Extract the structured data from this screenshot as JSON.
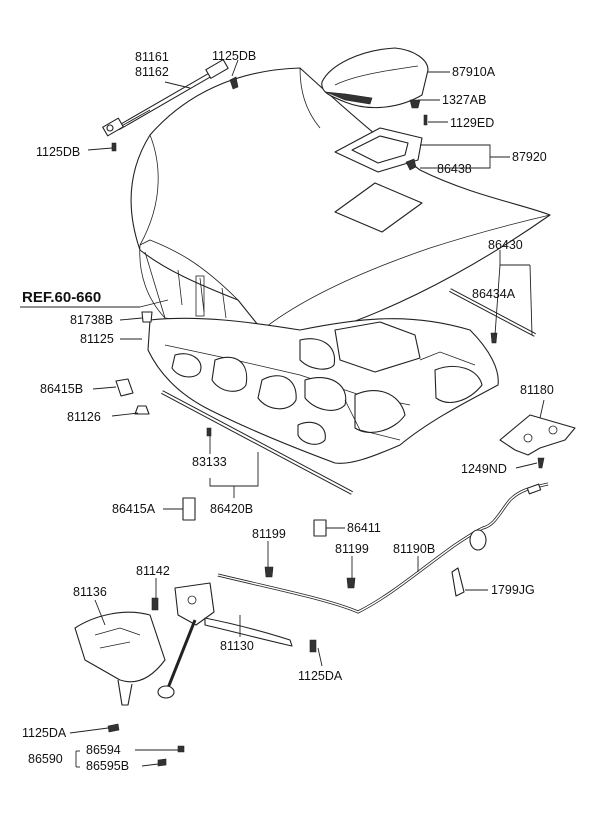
{
  "ref_label": "REF.60-660",
  "parts": {
    "p81161": "81161",
    "p81162": "81162",
    "p1125DB_top": "1125DB",
    "p1125DB_left": "1125DB",
    "p87910A": "87910A",
    "p1327AB": "1327AB",
    "p1129ED": "1129ED",
    "p87920": "87920",
    "p86438": "86438",
    "p86430": "86430",
    "p86434A": "86434A",
    "p81738B": "81738B",
    "p81125": "81125",
    "p86415B": "86415B",
    "p81126": "81126",
    "p81180": "81180",
    "p1249ND": "1249ND",
    "p83133": "83133",
    "p86420B": "86420B",
    "p86415A": "86415A",
    "p86411": "86411",
    "p81199_a": "81199",
    "p81199_b": "81199",
    "p81190B": "81190B",
    "p1799JG": "1799JG",
    "p81142": "81142",
    "p81136": "81136",
    "p81130": "81130",
    "p1125DA_right": "1125DA",
    "p1125DA_left": "1125DA",
    "p86590": "86590",
    "p86594": "86594",
    "p86595B": "86595B"
  }
}
